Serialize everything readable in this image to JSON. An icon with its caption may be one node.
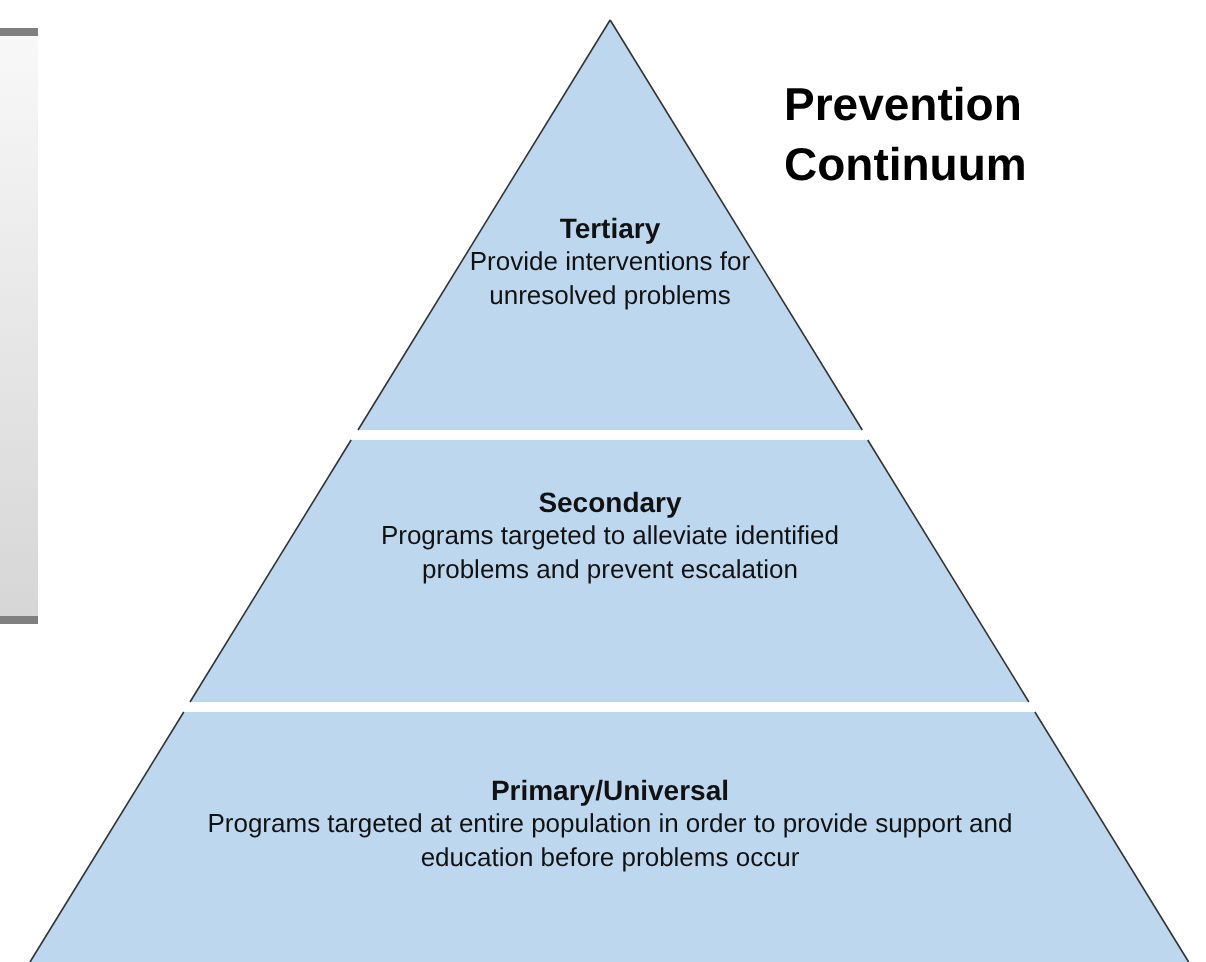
{
  "diagram": {
    "title": "Prevention Continuum",
    "nodes": [
      {
        "text": [
          "Tertiary",
          "Provide interventions for unresolved problems"
        ]
      },
      {
        "text": [
          "Secondary",
          "Programs targeted to alleviate identified problems and prevent escalation"
        ]
      },
      {
        "text": [
          "Primary/Universal",
          "Programs targeted at entire population in order to provide support and education before problems occur"
        ]
      }
    ]
  }
}
